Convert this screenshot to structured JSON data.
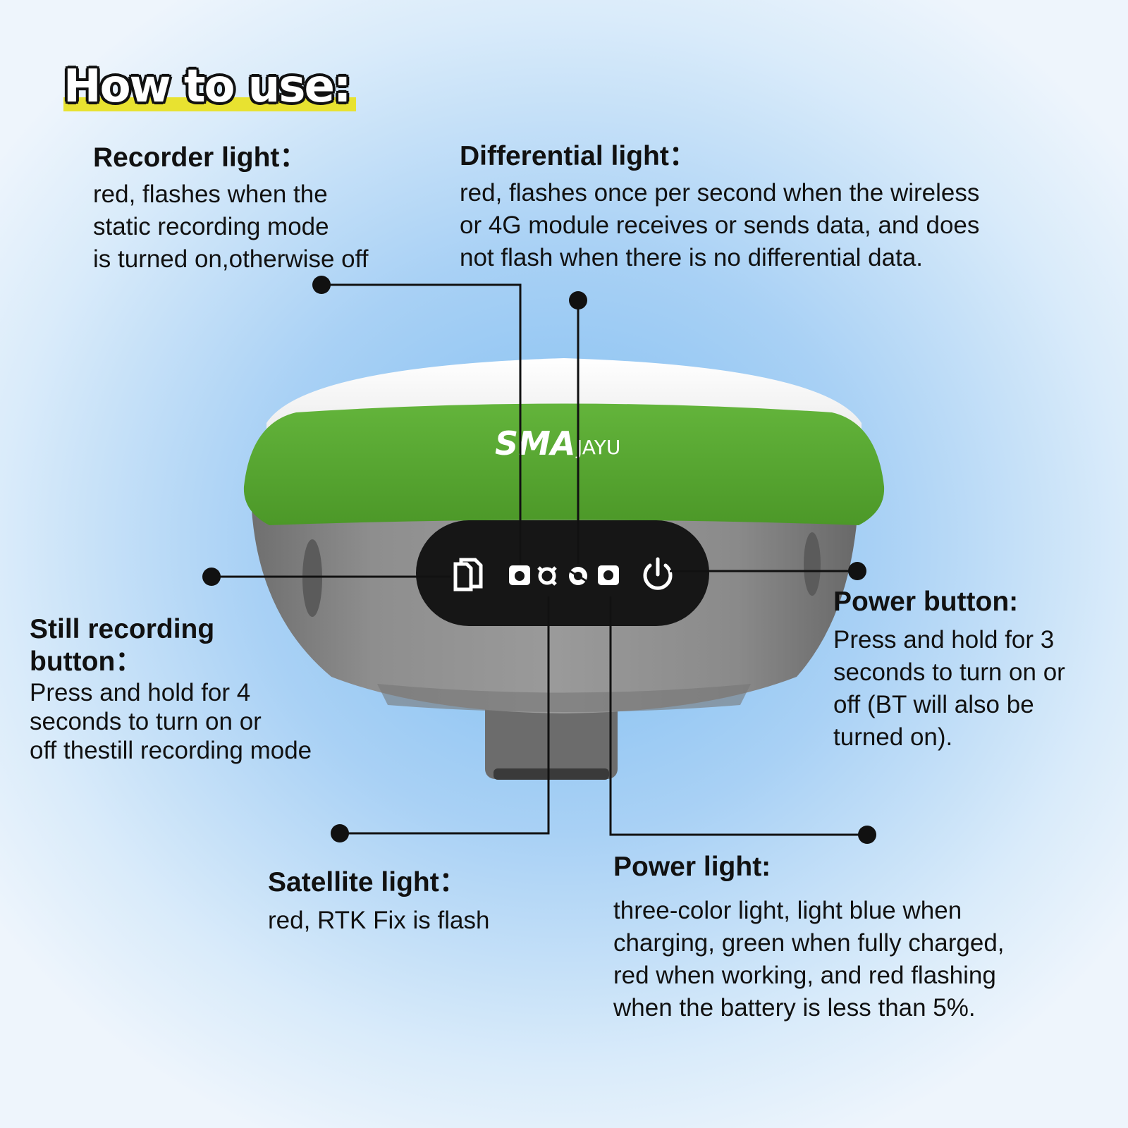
{
  "title": "How to use:",
  "device": {
    "brand_main": "SMA",
    "brand_sub": "JAYU"
  },
  "callouts": {
    "recorder_light": {
      "heading": "Recorder light：",
      "lines": [
        "red, flashes when the",
        "static recording mode",
        "is turned on,otherwise off"
      ]
    },
    "differential_light": {
      "heading": "Differential light：",
      "lines": [
        "red, flashes once per second when the wireless",
        "or 4G module receives or sends data, and does",
        "not flash when there is no differential data."
      ]
    },
    "still_recording_button": {
      "heading_lines": [
        "Still recording",
        "button："
      ],
      "lines": [
        "Press and hold for 4",
        "seconds to turn on or",
        "off thestill recording mode"
      ]
    },
    "power_button": {
      "heading": "Power button:",
      "lines": [
        "Press and hold for 3",
        "seconds to turn on or",
        "off (BT will also be",
        "turned on)."
      ]
    },
    "satellite_light": {
      "heading": "Satellite light：",
      "lines": [
        "red, RTK Fix is flash"
      ]
    },
    "power_light": {
      "heading": "Power light:",
      "lines": [
        "three-color light, light blue when",
        "charging, green when fully charged,",
        "red when working, and red flashing",
        "when the battery is less than 5%."
      ]
    }
  },
  "panel_icons": [
    "sd-card-icon",
    "record-light-icon",
    "satellite-light-icon",
    "differential-light-icon",
    "power-light-icon",
    "power-button-icon"
  ],
  "colors": {
    "band_green": "#5aa832",
    "body_gray": "#8c8c8c",
    "title_highlight": "#e8e230"
  }
}
